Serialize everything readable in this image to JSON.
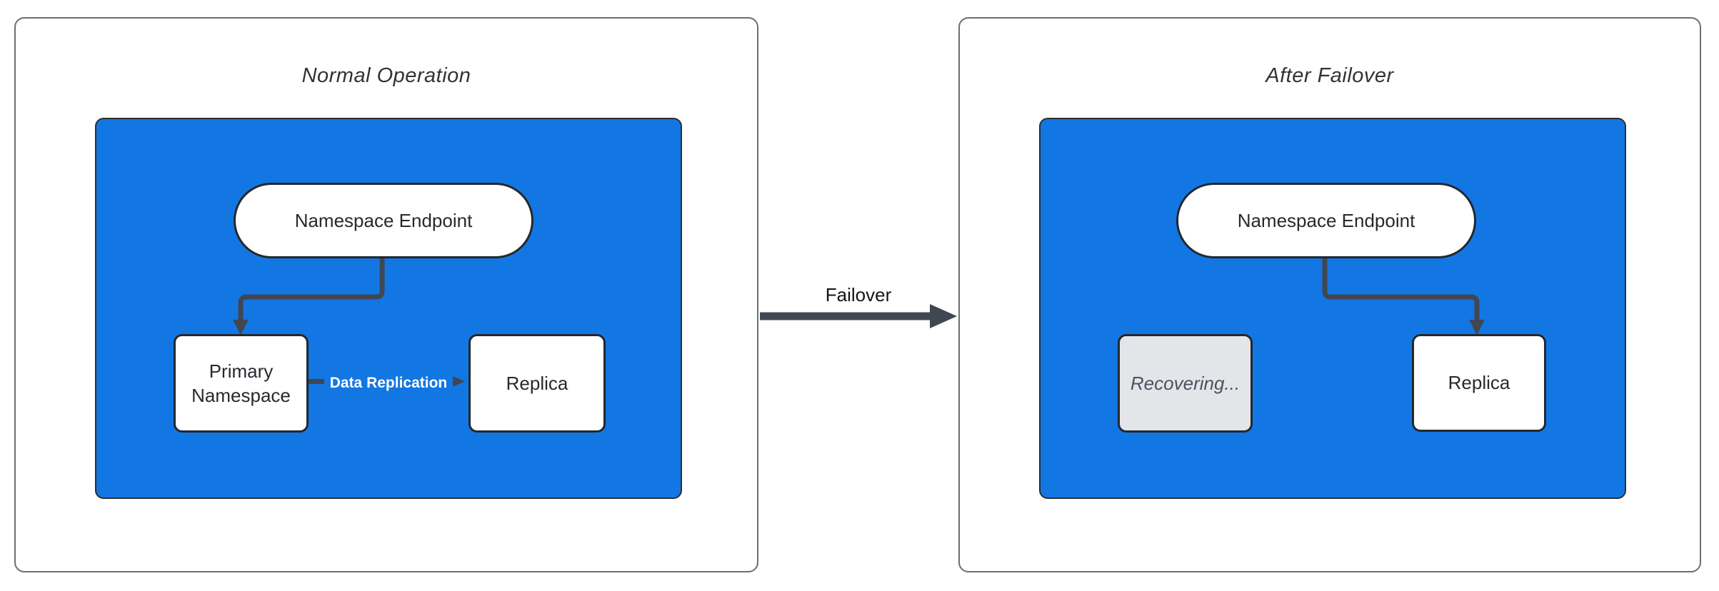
{
  "theme": {
    "blue": "#1277E2",
    "blueBorder": "#2A2E35",
    "nodeBorder": "#23272E",
    "nodeText": "#26292E",
    "arrow": "#404752",
    "grayFill": "#E4E5E8",
    "grayText": "#4B5160",
    "titleText": "#333333",
    "failoverText": "#141414",
    "panelBorder": "#6E6E6E"
  },
  "panels": [
    {
      "title": "Normal Operation",
      "endpoint": "Namespace Endpoint",
      "left_node": "Primary Namespace",
      "right_node": "Replica",
      "edge_label": "Data Replication"
    },
    {
      "title": "After Failover",
      "endpoint": "Namespace Endpoint",
      "left_node": "Recovering...",
      "right_node": "Replica"
    }
  ],
  "transition": {
    "label": "Failover"
  }
}
